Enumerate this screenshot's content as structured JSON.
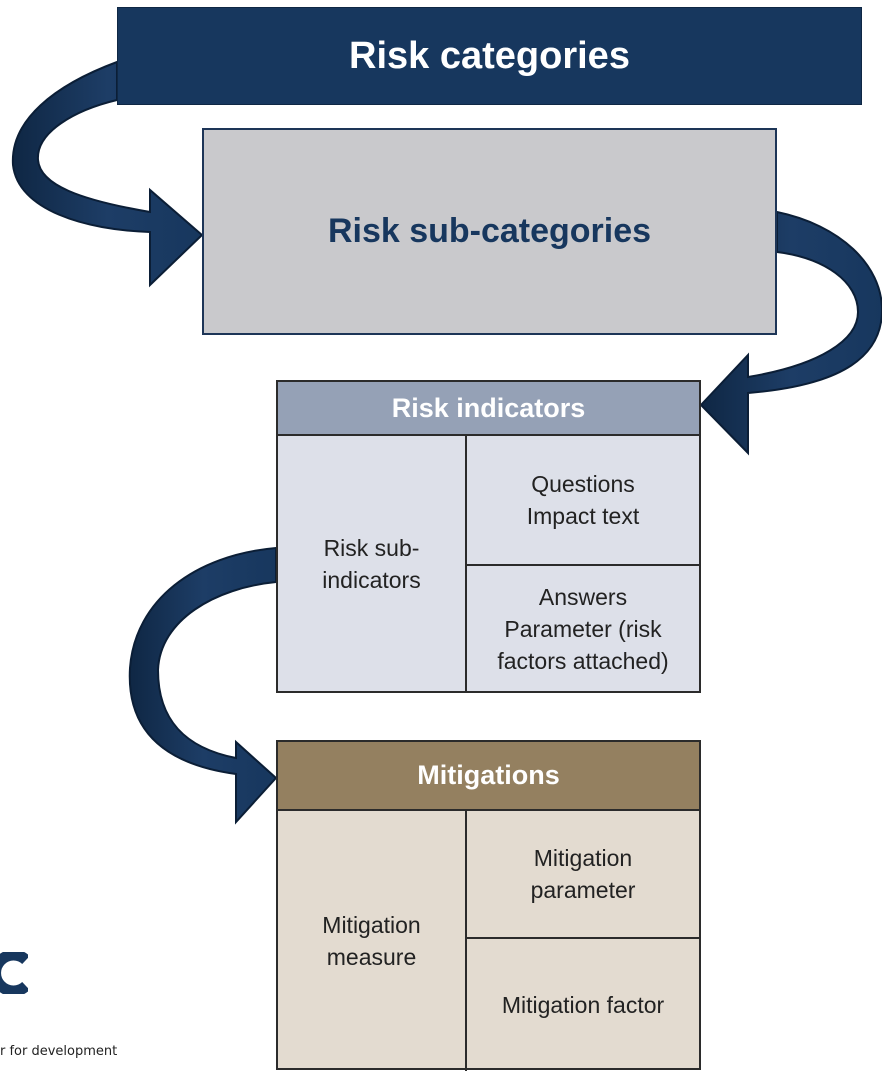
{
  "banner": {
    "title": "Risk categories"
  },
  "subcategories": {
    "title": "Risk sub-categories"
  },
  "indicators": {
    "title": "Risk indicators",
    "left_cell": "Risk sub-\nindicators",
    "top_right_cell": "Questions\nImpact text",
    "bottom_right_cell": "Answers\nParameter (risk\nfactors attached)"
  },
  "mitigations": {
    "title": "Mitigations",
    "left_cell": "Mitigation\nmeasure",
    "top_right_cell": "Mitigation\nparameter",
    "bottom_right_cell": "Mitigation factor"
  },
  "logo": {
    "tagline": "r for development"
  },
  "colors": {
    "navy": "#17375e",
    "grey_box": "#c9c9cc",
    "indicators_header": "#95a1b6",
    "indicators_body": "#dde0e9",
    "mitigations_header": "#948060",
    "mitigations_body": "#e3dbd0"
  }
}
